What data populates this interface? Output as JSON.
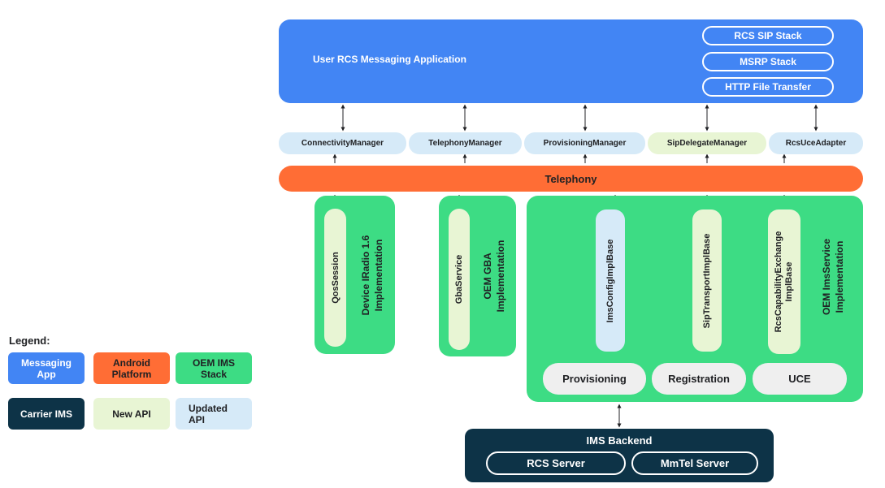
{
  "app": {
    "title": "User RCS Messaging Application",
    "stacks": [
      "RCS SIP Stack",
      "MSRP Stack",
      "HTTP File Transfer"
    ]
  },
  "apis": [
    "ConnectivityManager",
    "TelephonyManager",
    "ProvisioningManager",
    "SipDelegateManager",
    "RcsUceAdapter"
  ],
  "telephony": "Telephony",
  "device": {
    "pill": "QosSession",
    "label_line1": "Device IRadio 1.6",
    "label_line2": "Implementation"
  },
  "gba": {
    "pill": "GbaService",
    "label_line1": "OEM GBA",
    "label_line2": "Implementation"
  },
  "ims_service": {
    "pills": [
      "ImsConfigImplBase",
      "SipTransportImplBase"
    ],
    "rcs_pill_line1": "RcsCapabilityExchange",
    "rcs_pill_line2": "ImplBase",
    "label_line1": "OEM ImsService",
    "label_line2": "Implementation",
    "sub": [
      "Provisioning",
      "Registration",
      "UCE"
    ]
  },
  "backend": {
    "title": "IMS Backend",
    "servers": [
      "RCS Server",
      "MmTel Server"
    ]
  },
  "legend": {
    "title": "Legend:",
    "messaging_l1": "Messaging",
    "messaging_l2": "App",
    "android_l1": "Android",
    "android_l2": "Platform",
    "oem_l1": "OEM IMS",
    "oem_l2": "Stack",
    "carrier": "Carrier IMS",
    "new_api": "New API",
    "updated_l1": "Updated",
    "updated_l2": "API"
  },
  "colors": {
    "messaging_app": "#4285f4",
    "android_platform": "#ff6d35",
    "oem_ims_stack": "#3ddc84",
    "carrier_ims": "#0d3347",
    "new_api": "#e8f5d4",
    "updated_api": "#d6eaf8"
  }
}
